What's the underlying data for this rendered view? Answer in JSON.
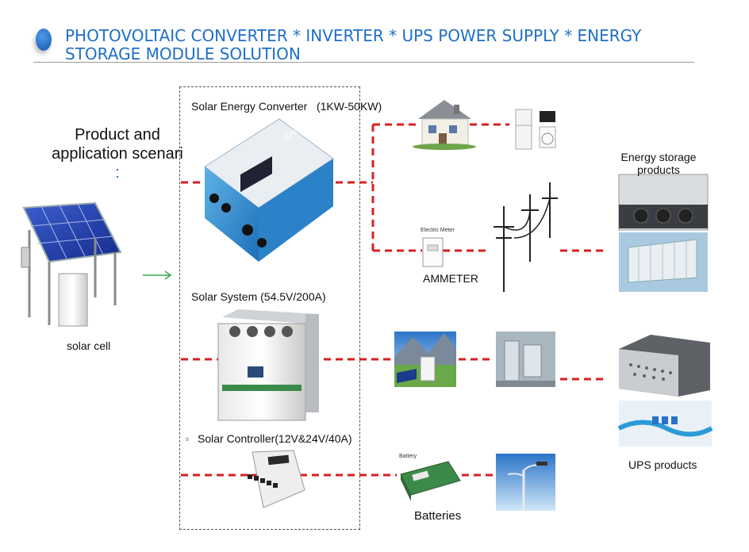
{
  "title": "PHOTOVOLTAIC CONVERTER * INVERTER * UPS POWER SUPPLY * ENERGY STORAGE MODULE SOLUTION",
  "scenario_label": "Product and application scenari",
  "scenario_colon": ":",
  "solar_cell_label": "solar cell",
  "converter_label": "Solar Energy Converter   (1KW-50KW)",
  "converter_brand": "VAPEL",
  "system_label": "Solar System (54.5V/200A)",
  "controller_prefix": "s",
  "controller_label": "Solar Controller(12V&24V/40A)",
  "meter_text": "Electric Meter",
  "ammeter_label": "AMMETER",
  "battery_text": "Battery",
  "batteries_label": "Batteries",
  "energy_storage_label": "Energy storage products",
  "ups_label": "UPS products",
  "colors": {
    "title": "#1f6fc7",
    "dash_line": "#d62020",
    "arrow": "#3aa84a"
  }
}
